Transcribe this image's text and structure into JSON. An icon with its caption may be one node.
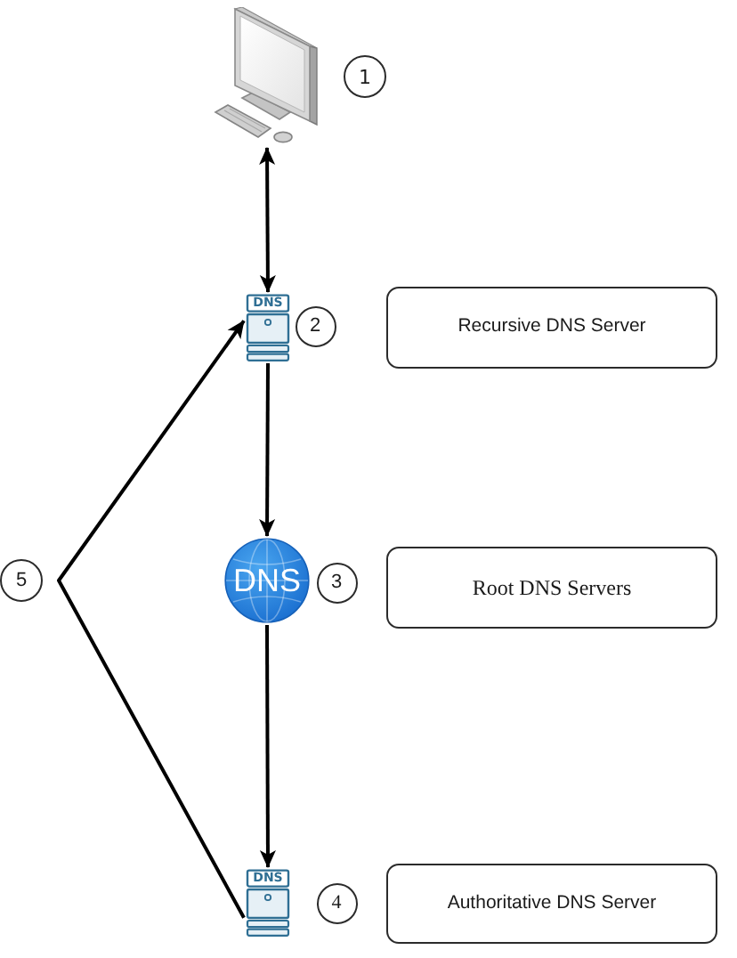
{
  "diagram": {
    "nodes": [
      {
        "text": [],
        "shape": "picture"
      },
      {
        "text": [
          "DNS"
        ]
      },
      {
        "text": [
          "Recursive DNS Server"
        ]
      },
      {
        "text": [
          "DNS"
        ]
      },
      {
        "text": [
          "Root DNS Servers"
        ]
      },
      {
        "text": [
          "DNS"
        ]
      },
      {
        "text": [
          "Authoritative DNS Server"
        ]
      }
    ],
    "edges": [
      {
        "from": 0,
        "to": 1,
        "arrow": "both"
      },
      {
        "from": 1,
        "to": 3,
        "arrow": "to"
      },
      {
        "from": 3,
        "to": 5,
        "arrow": "to"
      },
      {
        "from": 5,
        "to": 1,
        "arrow": "to"
      }
    ],
    "labels": [
      "1",
      "2",
      "5",
      "3",
      "4"
    ]
  }
}
